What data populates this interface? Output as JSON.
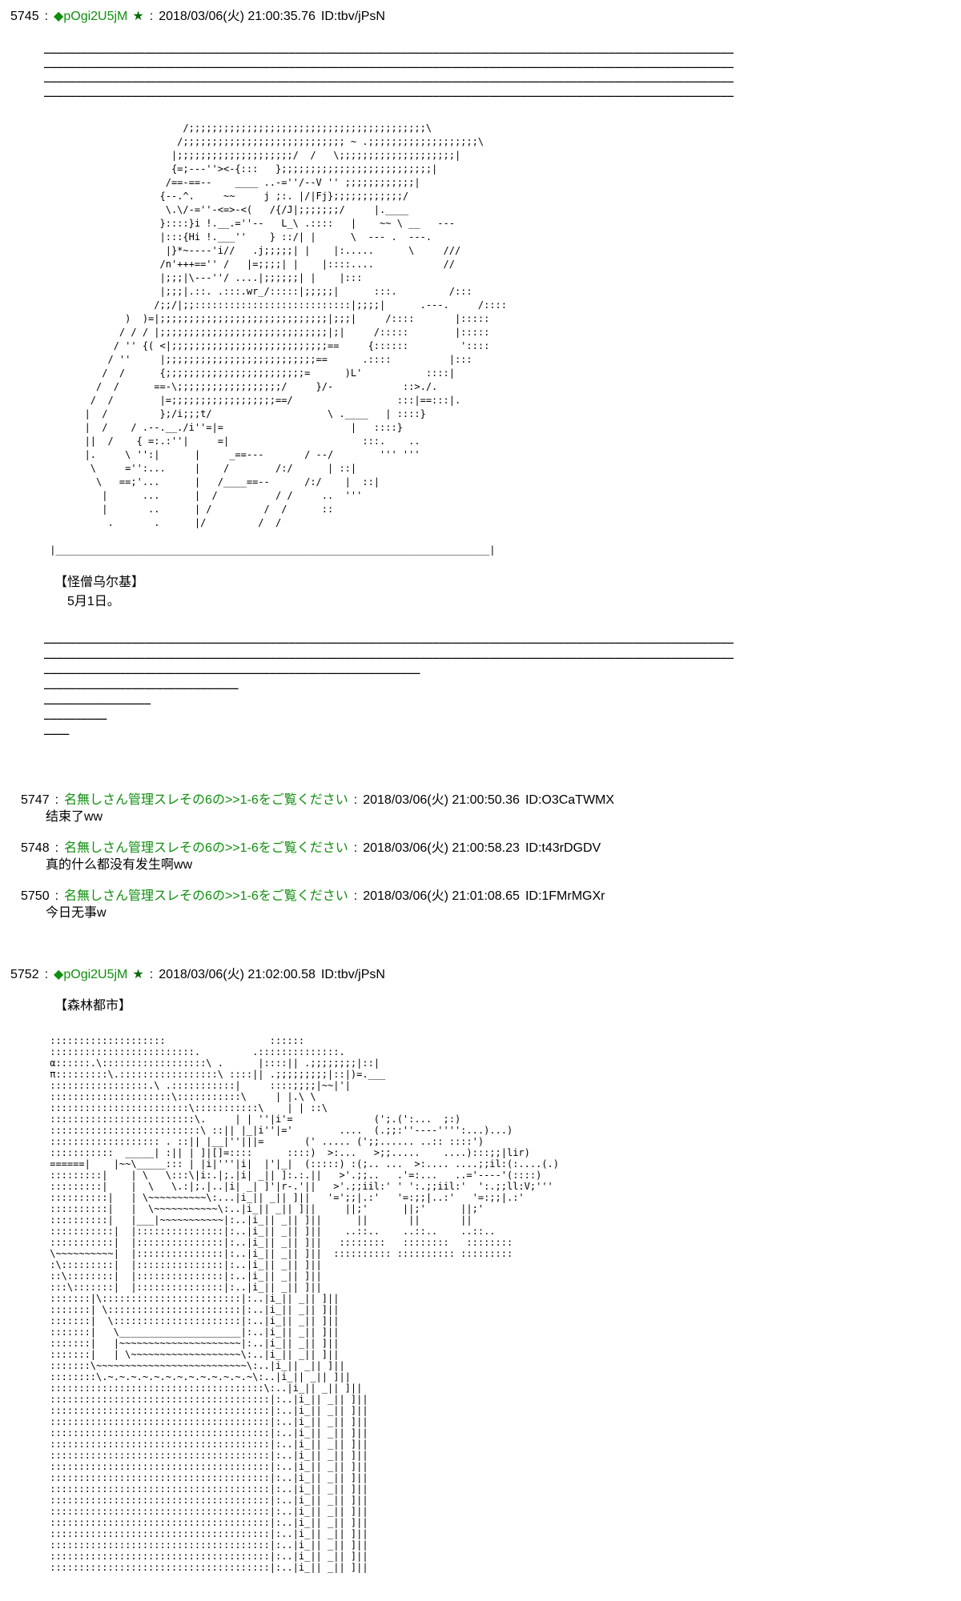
{
  "labels": {
    "sep": ":"
  },
  "posts": [
    {
      "no": "5745",
      "name": "◆pOgi2U5jM",
      "star": "★",
      "date": "2018/03/06(火) 21:00:35.76",
      "id": "ID:tbv/jPsN",
      "rules_top": [
        "______________________________________________________________________________________________________________",
        "______________________________________________________________________________________________________________",
        "______________________________________________________________________________________________________________",
        "______________________________________________________________________________________________________________"
      ],
      "aa": [
        "                        /;;;;;;;;;;;;;;;;;;;;;;;;;;;;;;;;;;;;;;;;;\\",
        "                       /;;;;;;;;;;;;;;;;;;;;;;;;;;;; ~ .;;;;;;;;;;;;;;;;;;;\\",
        "                      |;;;;;;;;;;;;;;;;;;;;/  /   \\;;;;;;;;;;;;;;;;;;;;|",
        "                      {=;---''><-{:::   };;;;;;;;;;;;;;;;;;;;;;;;;;|",
        "                     /==-==--    ____ ..-=''/--V '' ;;;;;;;;;;;;|",
        "                    {--.^.     ~~     j ;:. |/|Fj};;;;;;;;;;;;/",
        "                     \\.\\/-=''-<=>-<(   /{/J|;;;;;;;/     |.____",
        "                    }::::}i !.__.=''--   L_\\ .::::   |    ~~ \\ __   ---",
        "                    |:::{Hi !.___''    } ::/| |      \\  --- .  ---.",
        "                     |}*~----'i//   .j;;;;;| |    |:.....      \\     ///",
        "                    /n'+++=='' /   |=;;;;| |    |::::....            //",
        "                    |;;;|\\---''/ ....|;;;;;;| |    |:::",
        "                    |;;;|.::. .:::.wr_/:::::|;;;;;|      :::.         /:::",
        "                   /;;/|;;:::::::::::::::::::::::::::|;;;;|      .---.     /::::",
        "              )  )=|;;;;;;;;;;;;;;;;;;;;;;;;;;;;;|;;;|     /::::       |:::::",
        "             / / / |;;;;;;;;;;;;;;;;;;;;;;;;;;;;;|;|     /:::::        |:::::",
        "            / '' {( <|;;;;;;;;;;;;;;;;;;;;;;;;;;;==     {::::::         '::::",
        "           / ''     |;;;;;;;;;;;;;;;;;;;;;;;;;;==      .::::          |:::",
        "          /  /      {;;;;;;;;;;;;;;;;;;;;;;;;=      )L'           ::::|",
        "         /  /      ==-\\;;;;;;;;;;;;;;;;;;/     }/-            ::>./.",
        "        /  /        |=;;;;;;;;;;;;;;;;;;==/                  :::|==:::|.",
        "       |  /         };/i;;;t/                    \\ .____   | ::::}",
        "       |  /    / .--.__./i''=|=                      |   ::::}",
        "       ||  /    { =:.:''|     =|                       :::.    ..",
        "       |.     \\ '':|      |     _==---       / --/        ''' '''",
        "        \\     ='':...     |    /        /:/      | ::|",
        "         \\   ==;'...      |   /____==--      /:/    |  ::|",
        "          |      ...      |  /          / /     ..  '''",
        "          |       ..      | /         /  /      ::",
        "           .       .      |/         /  /",
        "",
        " |___________________________________________________________________________|"
      ],
      "caption": "【怪僧乌尔基】",
      "body": "5月1日。",
      "rules_bottom": [
        "______________________________________________________________________________________________________________",
        "______________________________________________________________________________________________________________",
        "____________________________________________________________",
        "_______________________________",
        "_________________",
        "__________",
        "____"
      ]
    },
    {
      "no": "5747",
      "name": "名無しさん管理スレその6の>>1-6をご覧ください",
      "date": "2018/03/06(火) 21:00:50.36",
      "id": "ID:O3CaTWMX",
      "body": "结束了ww"
    },
    {
      "no": "5748",
      "name": "名無しさん管理スレその6の>>1-6をご覧ください",
      "date": "2018/03/06(火) 21:00:58.23",
      "id": "ID:t43rDGDV",
      "body": "真的什么都没有发生啊ww"
    },
    {
      "no": "5750",
      "name": "名無しさん管理スレその6の>>1-6をご覧ください",
      "date": "2018/03/06(火) 21:01:08.65",
      "id": "ID:1FMrMGXr",
      "body": "今日无事w"
    },
    {
      "no": "5752",
      "name": "◆pOgi2U5jM",
      "star": "★",
      "date": "2018/03/06(火) 21:02:00.58",
      "id": "ID:tbv/jPsN",
      "caption": "【森林都市】",
      "aa": [
        " ::::::::::::::::::::                  ::::::",
        " :::::::::::::::::::::::::.         .::::::::::::::.",
        " α::::::.\\::::::::::::::::::\\ .      |::::|| .;;;;;;;;|::|",
        " π:::::::::\\.:::::::::::::::::\\ ::::|| .;;;;;;;;;|::|)=.___",
        " :::::::::::::::::.\\ .:::::::::::|     ::::;;;;|~~|'|",
        " :::::::::::::::::::::\\:::::::::::\\     | |.\\ \\",
        " ::::::::::::::::::::::::\\:::::::::::\\    | | ::\\",
        " :::::::::::::::::::::::::\\.     | | ''|i'=              (';.(':...  ;:)",
        " ::::::::::::::::::::::::::\\ ::|| |_|i''|='        ....  (.;;:''----'''':...)...)",
        " ::::::::::::::::::: . ::|| |__|''|||=       (' ..... (';;...... ..:: ::::')",
        " :::::::::::  _____| :|| | ]|[]=::::      ::::)  >:...   >;;.....    ....):::;;|lir)",
        " ======|    |~~\\_____::: | |i|'''|i|  |'|_|  (:::::) :(;.. ...  >:.... ....;;il:(:....(.)",
        " :::::::::|    | \\   \\:::\\|i:.|;.|i| _|| ]:.:.||   >'.;;..   .'=:...   ..='----'(::::)",
        " :::::::::|    |  \\   \\.:|;.|..|i| _| ]'|r-.'||   >'.;;iil:' ' ':.;;iil:'  ':.;;ll:V;'''",
        " ::::::::::|   | \\~~~~~~~~~~\\:...|i_|| _|| ]||   '=';;|.:'   '=:;;|..:'   '=:;;|.:'",
        " ::::::::::|   |  \\~~~~~~~~~~~\\:..|i_|| _|| ]||     ||;'      ||;'      ||;'",
        " ::::::::::|   |___|~~~~~~~~~~~|:..|i_|| _|| ]||      ||       ||       ||",
        " :::::::::::|  |:::::::::::::::|:..|i_|| _|| ]||    ..::..    ..::..    ..::..",
        " :::::::::::|  |:::::::::::::::|:..|i_|| _|| ]||   ::::::::   ::::::::   ::::::::",
        " \\~~~~~~~~~~|  |:::::::::::::::|:..|i_|| _|| ]||  :::::::::: :::::::::: :::::::::",
        " :\\:::::::::|  |:::::::::::::::|:..|i_|| _|| ]||",
        " ::\\::::::::|  |:::::::::::::::|:..|i_|| _|| ]||",
        " :::\\:::::::|  |:::::::::::::::|:..|i_|| _|| ]||",
        " :::::::|\\::::::::::::::::::::::::|:..|i_|| _|| ]||",
        " :::::::| \\:::::::::::::::::::::::|:..|i_|| _|| ]||",
        " :::::::|  \\::::::::::::::::::::::|:..|i_|| _|| ]||",
        " :::::::|   \\_____________________|:..|i_|| _|| ]||",
        " :::::::|   |~~~~~~~~~~~~~~~~~~~~~|:..|i_|| _|| ]||",
        " :::::::|   | \\~~~~~~~~~~~~~~~~~~~\\:..|i_|| _|| ]||",
        " :::::::\\~~~~~~~~~~~~~~~~~~~~~~~~~~\\:..|i_|| _|| ]||",
        " ::::::::\\.~.~.~.~.~.~.~.~.~.~.~.~.~\\:..|i_|| _|| ]||",
        " :::::::::::::::::::::::::::::::::::::\\:..|i_|| _|| ]||",
        " ::::::::::::::::::::::::::::::::::::::|:..|i_|| _|| ]||",
        " ::::::::::::::::::::::::::::::::::::::|:..|i_|| _|| ]||",
        " ::::::::::::::::::::::::::::::::::::::|:..|i_|| _|| ]||",
        " ::::::::::::::::::::::::::::::::::::::|:..|i_|| _|| ]||",
        " ::::::::::::::::::::::::::::::::::::::|:..|i_|| _|| ]||",
        " ::::::::::::::::::::::::::::::::::::::|:..|i_|| _|| ]||",
        " ::::::::::::::::::::::::::::::::::::::|:..|i_|| _|| ]||",
        " ::::::::::::::::::::::::::::::::::::::|:..|i_|| _|| ]||",
        " ::::::::::::::::::::::::::::::::::::::|:..|i_|| _|| ]||",
        " ::::::::::::::::::::::::::::::::::::::|:..|i_|| _|| ]||",
        " ::::::::::::::::::::::::::::::::::::::|:..|i_|| _|| ]||",
        " ::::::::::::::::::::::::::::::::::::::|:..|i_|| _|| ]||",
        " ::::::::::::::::::::::::::::::::::::::|:..|i_|| _|| ]||",
        " ::::::::::::::::::::::::::::::::::::::|:..|i_|| _|| ]||",
        " ::::::::::::::::::::::::::::::::::::::|:..|i_|| _|| ]||",
        " ::::::::::::::::::::::::::::::::::::::|:..|i_|| _|| ]||"
      ]
    }
  ]
}
